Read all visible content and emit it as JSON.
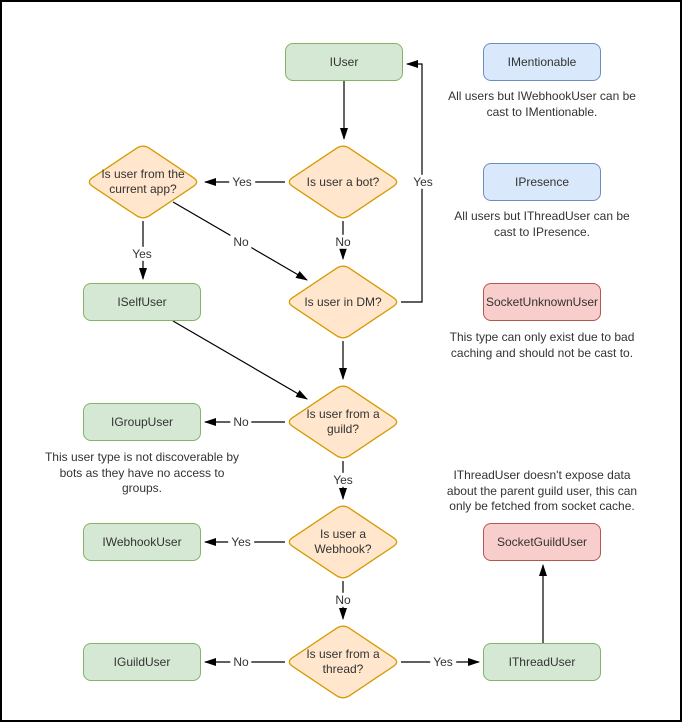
{
  "palette": {
    "canvas_bg": "#ffffff",
    "canvas_border": "#000000",
    "interface_fill": "#d5e8d4",
    "interface_stroke": "#82b366",
    "capability_fill": "#dae8fc",
    "capability_stroke": "#6c8ebf",
    "socket_fill": "#f8cecc",
    "socket_stroke": "#b85450",
    "decision_fill": "#ffe6cc",
    "decision_stroke": "#d79b00",
    "edge_color": "#000000",
    "text_color": "#333333"
  },
  "nodes": {
    "iuser": "IUser",
    "imentionable": "IMentionable",
    "ipresence": "IPresence",
    "iselfuser": "ISelfUser",
    "socketunknownuser": "SocketUnknownUser",
    "igroupuser": "IGroupUser",
    "iwebhookuser": "IWebhookUser",
    "socketguilduser": "SocketGuildUser",
    "iguilduser": "IGuildUser",
    "ithreaduser": "IThreadUser"
  },
  "decisions": {
    "bot": [
      "Is user a bot?"
    ],
    "current_app": [
      "Is user from the",
      "current app?"
    ],
    "dm": [
      "Is user in DM?"
    ],
    "guild": [
      "Is user from a",
      "guild?"
    ],
    "webhook": [
      "Is user a",
      "Webhook?"
    ],
    "thread": [
      "Is user from a",
      "thread?"
    ]
  },
  "edge_labels": {
    "bot_yes": "Yes",
    "bot_no": "No",
    "current_app_yes": "Yes",
    "current_app_no": "No",
    "dm_yes": "Yes",
    "guild_no": "No",
    "guild_yes": "Yes",
    "webhook_yes": "Yes",
    "webhook_no": "No",
    "thread_no": "No",
    "thread_yes": "Yes"
  },
  "annotations": {
    "mentionable": [
      "All users but IWebhookUser can be",
      "cast to IMentionable."
    ],
    "presence": [
      "All users but IThreadUser can be",
      "cast to IPresence."
    ],
    "unknown": [
      "This type can only exist due to bad",
      "caching and should not be cast to."
    ],
    "group": [
      "This user type is not discoverable by",
      "bots as they have no access to",
      "groups."
    ],
    "thread_note": [
      "IThreadUser doesn't expose data",
      "about the parent guild user, this can",
      "only be fetched from socket cache."
    ]
  }
}
